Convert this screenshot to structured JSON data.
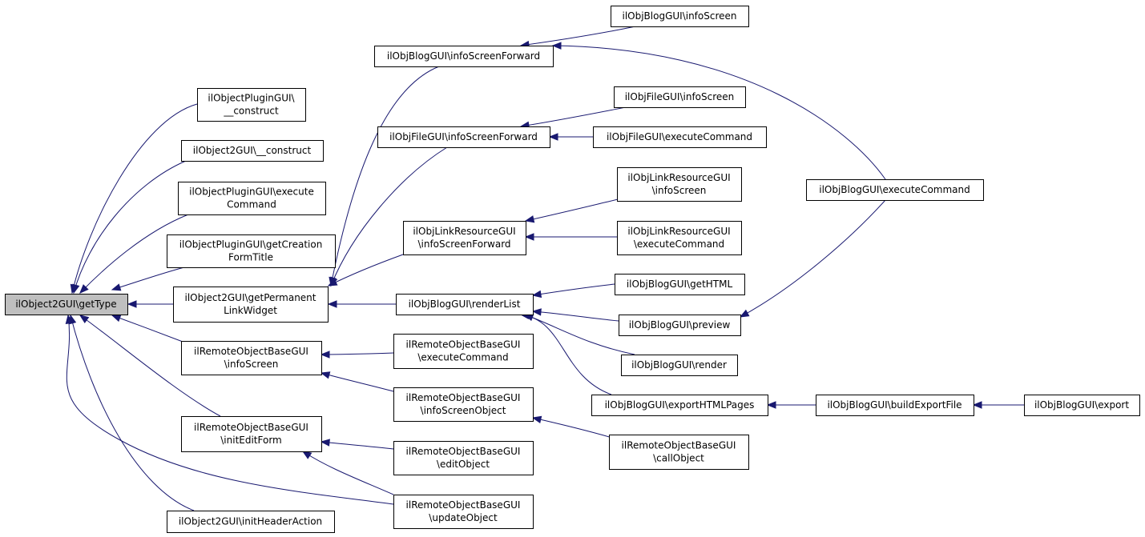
{
  "diagram": {
    "type": "caller-graph",
    "colors": {
      "edge": "#191970",
      "root_fill": "#bfbfbf",
      "node_fill": "#ffffff",
      "border": "#000000"
    },
    "nodes": [
      {
        "id": "getType",
        "lines": [
          "ilObject2GUI\\getType"
        ],
        "root": true
      },
      {
        "id": "pluginConstruct",
        "lines": [
          "ilObjectPluginGUI\\",
          "__construct"
        ]
      },
      {
        "id": "o2Construct",
        "lines": [
          "ilObject2GUI\\__construct"
        ]
      },
      {
        "id": "pluginExecute",
        "lines": [
          "ilObjectPluginGUI\\execute",
          "Command"
        ]
      },
      {
        "id": "pluginFormTitle",
        "lines": [
          "ilObjectPluginGUI\\getCreation",
          "FormTitle"
        ]
      },
      {
        "id": "permLink",
        "lines": [
          "ilObject2GUI\\getPermanent",
          "LinkWidget"
        ]
      },
      {
        "id": "remoteInfoScreen",
        "lines": [
          "ilRemoteObjectBaseGUI",
          "\\infoScreen"
        ]
      },
      {
        "id": "remoteInitEdit",
        "lines": [
          "ilRemoteObjectBaseGUI",
          "\\initEditForm"
        ]
      },
      {
        "id": "initHeader",
        "lines": [
          "ilObject2GUI\\initHeaderAction"
        ]
      },
      {
        "id": "blogISF",
        "lines": [
          "ilObjBlogGUI\\infoScreenForward"
        ]
      },
      {
        "id": "fileISF",
        "lines": [
          "ilObjFileGUI\\infoScreenForward"
        ]
      },
      {
        "id": "linkISF",
        "lines": [
          "ilObjLinkResourceGUI",
          "\\infoScreenForward"
        ]
      },
      {
        "id": "renderList",
        "lines": [
          "ilObjBlogGUI\\renderList"
        ]
      },
      {
        "id": "remoteExec",
        "lines": [
          "ilRemoteObjectBaseGUI",
          "\\executeCommand"
        ]
      },
      {
        "id": "remoteISO",
        "lines": [
          "ilRemoteObjectBaseGUI",
          "\\infoScreenObject"
        ]
      },
      {
        "id": "remoteEdit",
        "lines": [
          "ilRemoteObjectBaseGUI",
          "\\editObject"
        ]
      },
      {
        "id": "remoteUpdate",
        "lines": [
          "ilRemoteObjectBaseGUI",
          "\\updateObject"
        ]
      },
      {
        "id": "blogIS",
        "lines": [
          "ilObjBlogGUI\\infoScreen"
        ]
      },
      {
        "id": "fileIS",
        "lines": [
          "ilObjFileGUI\\infoScreen"
        ]
      },
      {
        "id": "fileExec",
        "lines": [
          "ilObjFileGUI\\executeCommand"
        ]
      },
      {
        "id": "linkIS",
        "lines": [
          "ilObjLinkResourceGUI",
          "\\infoScreen"
        ]
      },
      {
        "id": "linkExec",
        "lines": [
          "ilObjLinkResourceGUI",
          "\\executeCommand"
        ]
      },
      {
        "id": "getHTML",
        "lines": [
          "ilObjBlogGUI\\getHTML"
        ]
      },
      {
        "id": "preview",
        "lines": [
          "ilObjBlogGUI\\preview"
        ]
      },
      {
        "id": "render",
        "lines": [
          "ilObjBlogGUI\\render"
        ]
      },
      {
        "id": "exportHTML",
        "lines": [
          "ilObjBlogGUI\\exportHTMLPages"
        ]
      },
      {
        "id": "remoteCall",
        "lines": [
          "ilRemoteObjectBaseGUI",
          "\\callObject"
        ]
      },
      {
        "id": "blogExec",
        "lines": [
          "ilObjBlogGUI\\executeCommand"
        ]
      },
      {
        "id": "buildExport",
        "lines": [
          "ilObjBlogGUI\\buildExportFile"
        ]
      },
      {
        "id": "blogExport",
        "lines": [
          "ilObjBlogGUI\\export"
        ]
      }
    ],
    "edges": [
      {
        "from": "pluginConstruct",
        "to": "getType"
      },
      {
        "from": "o2Construct",
        "to": "getType"
      },
      {
        "from": "pluginExecute",
        "to": "getType"
      },
      {
        "from": "pluginFormTitle",
        "to": "getType"
      },
      {
        "from": "permLink",
        "to": "getType"
      },
      {
        "from": "remoteInfoScreen",
        "to": "getType"
      },
      {
        "from": "remoteInitEdit",
        "to": "getType"
      },
      {
        "from": "initHeader",
        "to": "getType"
      },
      {
        "from": "remoteUpdate",
        "to": "getType"
      },
      {
        "from": "blogISF",
        "to": "permLink"
      },
      {
        "from": "fileISF",
        "to": "permLink"
      },
      {
        "from": "linkISF",
        "to": "permLink"
      },
      {
        "from": "renderList",
        "to": "permLink"
      },
      {
        "from": "remoteExec",
        "to": "remoteInfoScreen"
      },
      {
        "from": "remoteISO",
        "to": "remoteInfoScreen"
      },
      {
        "from": "remoteEdit",
        "to": "remoteInitEdit"
      },
      {
        "from": "remoteUpdate",
        "to": "remoteInitEdit"
      },
      {
        "from": "blogIS",
        "to": "blogISF"
      },
      {
        "from": "blogExec",
        "to": "blogISF"
      },
      {
        "from": "fileIS",
        "to": "fileISF"
      },
      {
        "from": "fileExec",
        "to": "fileISF"
      },
      {
        "from": "linkIS",
        "to": "linkISF"
      },
      {
        "from": "linkExec",
        "to": "linkISF"
      },
      {
        "from": "getHTML",
        "to": "renderList"
      },
      {
        "from": "preview",
        "to": "renderList"
      },
      {
        "from": "render",
        "to": "renderList"
      },
      {
        "from": "exportHTML",
        "to": "renderList"
      },
      {
        "from": "remoteCall",
        "to": "remoteISO"
      },
      {
        "from": "blogExec",
        "to": "preview"
      },
      {
        "from": "buildExport",
        "to": "exportHTML"
      },
      {
        "from": "blogExport",
        "to": "buildExport"
      }
    ]
  }
}
